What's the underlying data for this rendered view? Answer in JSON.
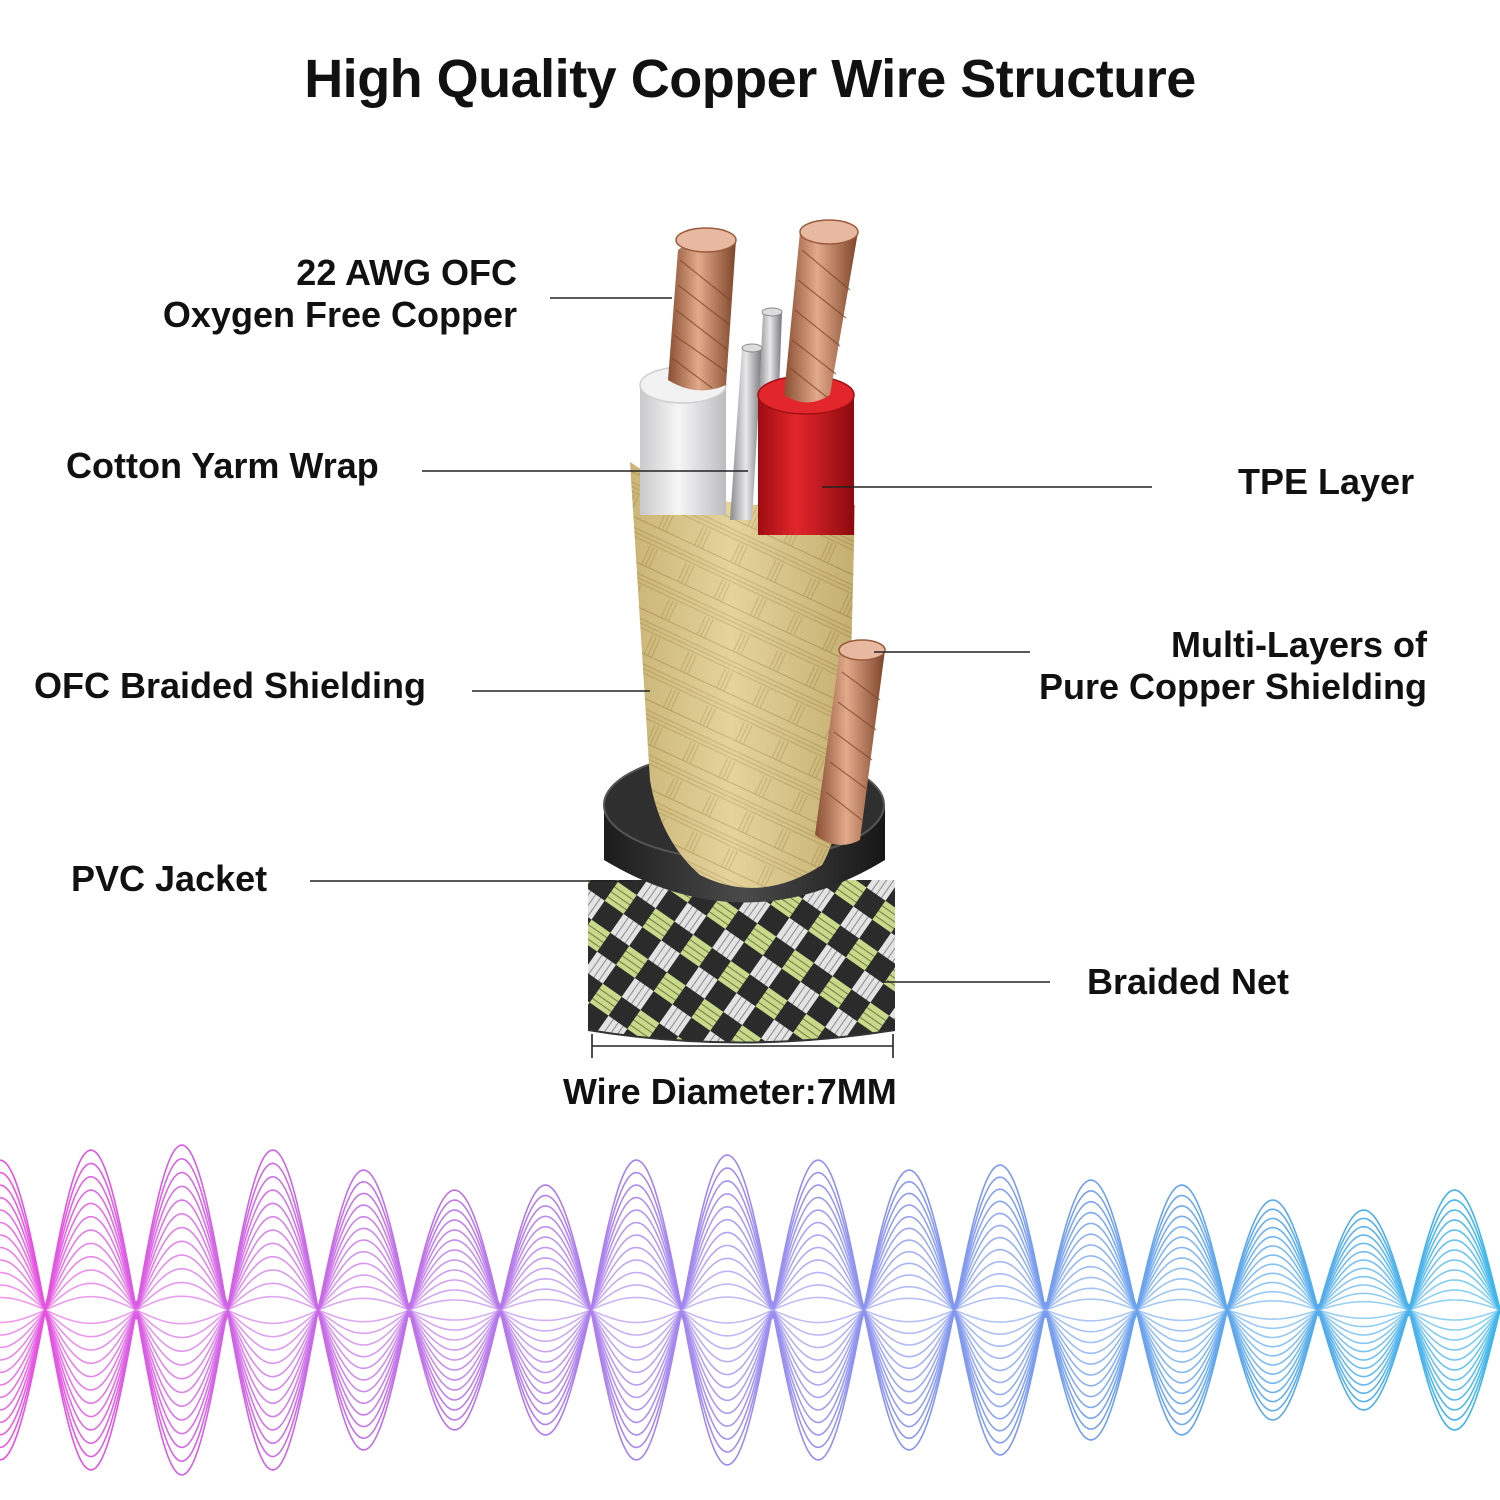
{
  "title": "High Quality Copper Wire Structure",
  "labels": {
    "copper": [
      "22 AWG OFC",
      "Oxygen Free Copper"
    ],
    "cotton": "Cotton Yarm Wrap",
    "tpe": "TPE Layer",
    "braided_shielding": "OFC Braided Shielding",
    "multi_layers": [
      "Multi-Layers of",
      "Pure Copper Shielding"
    ],
    "pvc": "PVC Jacket",
    "braided_net": "Braided Net",
    "diameter": "Wire Diameter:7MM"
  },
  "colors": {
    "copper": "#b8734e",
    "copper_light": "#e6b49a",
    "tpe_red": "#d3141c",
    "white_insulation": "#e9e9ea",
    "gold_braid": "#dcc98d",
    "pvc_black": "#2a2a2a",
    "wave_left": "#e84fe0",
    "wave_mid": "#9b8cf0",
    "wave_right": "#3db6ea"
  }
}
